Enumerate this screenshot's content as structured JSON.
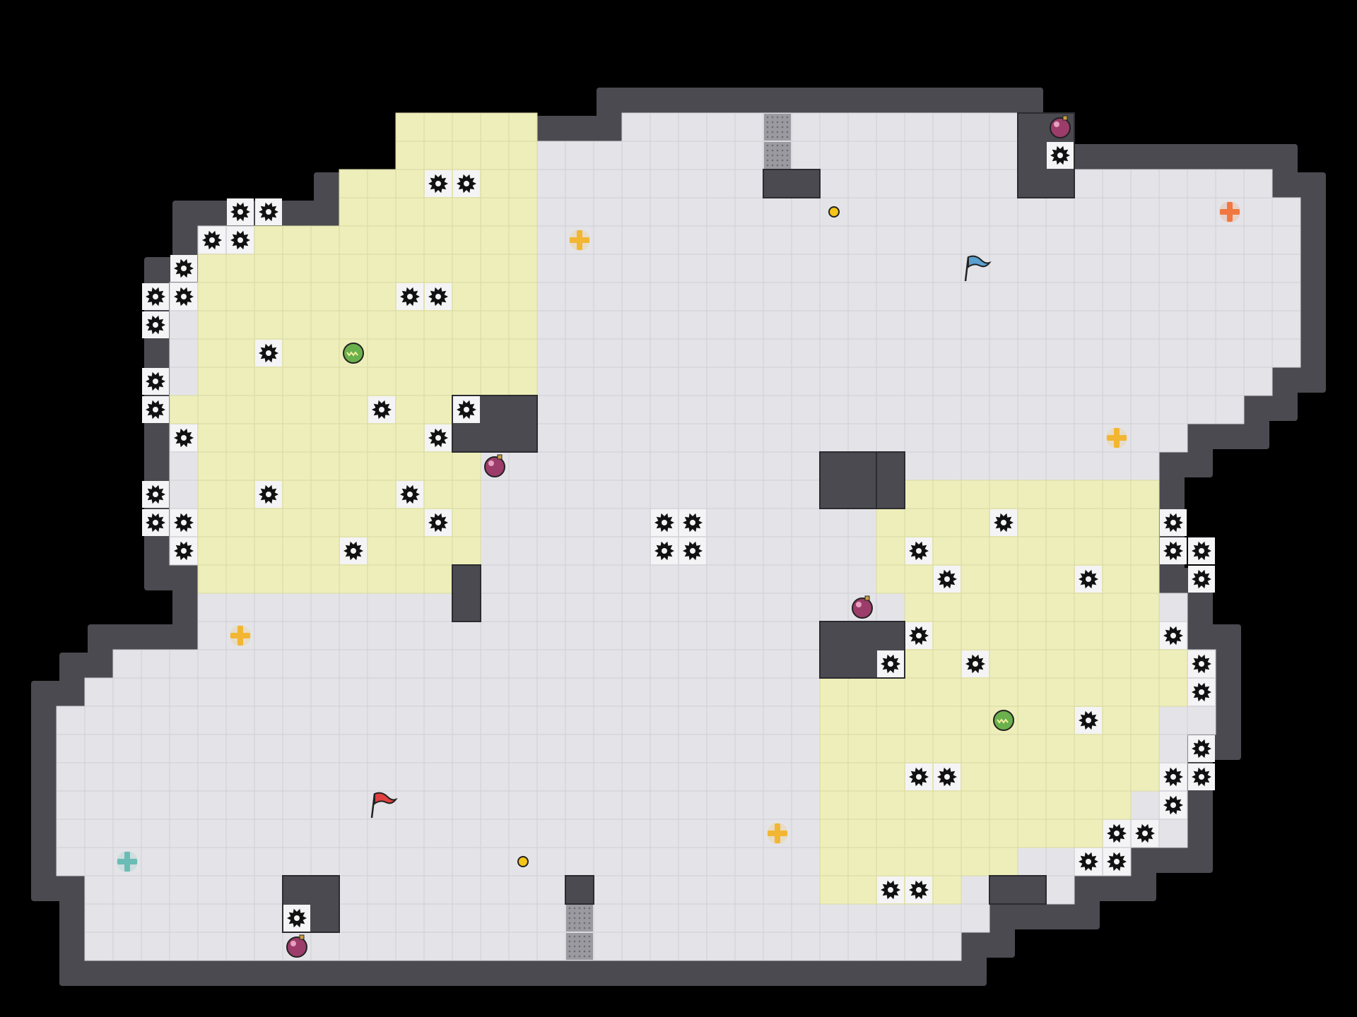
{
  "colors": {
    "background": "#000000",
    "wall": "#4a4a50",
    "wall_edge": "#2c2c30",
    "floor": "#e4e4e8",
    "floor_grid": "#cfcfd4",
    "zone": "#eeeeba",
    "zone_grid": "#d8d8a4",
    "spike": "#111111",
    "vent": "#9a9aa0",
    "potion": "#9c3c6a",
    "orb": "#6ab04c",
    "plus_gold": "#f2b632",
    "plus_orange": "#f07840",
    "plus_teal": "#6abcb4",
    "flag_red": "#e04040",
    "flag_blue": "#5aa0d0",
    "coin": "#f5c518"
  },
  "icons": {
    "spike": "spike-gear-icon",
    "potion": "potion-icon",
    "orb": "orb-icon",
    "plus": "plus-powerup-icon",
    "flag": "flag-icon",
    "coin": "coin-icon",
    "vent": "vent-grate-icon"
  },
  "grid": {
    "cell": 40,
    "cols": 48,
    "rows": 36
  },
  "floor_rows": [
    [
      3,
      22,
      29
    ],
    [
      3,
      29,
      36
    ],
    [
      4,
      19,
      29
    ],
    [
      4,
      29,
      36
    ],
    [
      5,
      19,
      45
    ],
    [
      6,
      12,
      46
    ],
    [
      7,
      7,
      46
    ],
    [
      8,
      7,
      46
    ],
    [
      9,
      6,
      46
    ],
    [
      10,
      6,
      46
    ],
    [
      11,
      6,
      46
    ],
    [
      12,
      6,
      45
    ],
    [
      13,
      6,
      44
    ],
    [
      14,
      6,
      42
    ],
    [
      15,
      6,
      41
    ],
    [
      16,
      6,
      41
    ],
    [
      17,
      6,
      41
    ],
    [
      18,
      6,
      41
    ],
    [
      19,
      7,
      41
    ],
    [
      20,
      7,
      42
    ],
    [
      21,
      7,
      42
    ],
    [
      22,
      4,
      43
    ],
    [
      23,
      3,
      43
    ],
    [
      24,
      2,
      43
    ],
    [
      25,
      2,
      42
    ],
    [
      26,
      2,
      42
    ],
    [
      27,
      2,
      42
    ],
    [
      28,
      2,
      42
    ],
    [
      29,
      2,
      40
    ],
    [
      30,
      3,
      38
    ],
    [
      31,
      3,
      35
    ],
    [
      32,
      3,
      34
    ]
  ],
  "zones": [
    [
      3,
      14,
      19
    ],
    [
      4,
      14,
      19
    ],
    [
      5,
      12,
      19
    ],
    [
      6,
      12,
      19
    ],
    [
      7,
      9,
      19
    ],
    [
      8,
      7,
      19
    ],
    [
      9,
      7,
      19
    ],
    [
      10,
      7,
      19
    ],
    [
      11,
      7,
      19
    ],
    [
      12,
      7,
      19
    ],
    [
      13,
      6,
      19
    ],
    [
      14,
      7,
      17
    ],
    [
      15,
      7,
      17
    ],
    [
      16,
      7,
      17
    ],
    [
      17,
      7,
      17
    ],
    [
      18,
      7,
      17
    ],
    [
      19,
      7,
      16
    ],
    [
      16,
      32,
      41
    ],
    [
      17,
      31,
      41
    ],
    [
      18,
      31,
      41
    ],
    [
      19,
      31,
      41
    ],
    [
      20,
      32,
      41
    ],
    [
      21,
      32,
      41
    ],
    [
      22,
      31,
      42
    ],
    [
      23,
      29,
      42
    ],
    [
      24,
      29,
      41
    ],
    [
      25,
      29,
      41
    ],
    [
      26,
      29,
      41
    ],
    [
      27,
      29,
      40
    ],
    [
      28,
      29,
      39
    ],
    [
      29,
      29,
      36
    ],
    [
      30,
      29,
      34
    ]
  ],
  "walls": [
    [
      16,
      13,
      3,
      2
    ],
    [
      16,
      19,
      1,
      2
    ],
    [
      27,
      5,
      2,
      1
    ],
    [
      29,
      15,
      3,
      2
    ],
    [
      36,
      3,
      2,
      3
    ],
    [
      31,
      15,
      1,
      2
    ],
    [
      10,
      30,
      2,
      2
    ],
    [
      20,
      30,
      1,
      1
    ],
    [
      29,
      21,
      3,
      2
    ],
    [
      35,
      30,
      2,
      1
    ]
  ],
  "vents": [
    [
      27,
      3
    ],
    [
      27,
      4
    ],
    [
      20,
      31
    ],
    [
      20,
      32
    ]
  ],
  "spikes": [
    [
      15,
      5
    ],
    [
      16,
      5
    ],
    [
      8,
      6
    ],
    [
      9,
      6
    ],
    [
      7,
      7
    ],
    [
      8,
      7
    ],
    [
      6,
      8
    ],
    [
      5,
      9
    ],
    [
      6,
      9
    ],
    [
      5,
      10
    ],
    [
      14,
      9
    ],
    [
      15,
      9
    ],
    [
      9,
      11
    ],
    [
      5,
      12
    ],
    [
      5,
      13
    ],
    [
      13,
      13
    ],
    [
      16,
      13
    ],
    [
      6,
      14
    ],
    [
      15,
      14
    ],
    [
      5,
      16
    ],
    [
      9,
      16
    ],
    [
      14,
      16
    ],
    [
      5,
      17
    ],
    [
      6,
      17
    ],
    [
      15,
      17
    ],
    [
      6,
      18
    ],
    [
      12,
      18
    ],
    [
      23,
      17
    ],
    [
      24,
      17
    ],
    [
      23,
      18
    ],
    [
      24,
      18
    ],
    [
      37,
      4
    ],
    [
      35,
      17
    ],
    [
      41,
      17
    ],
    [
      32,
      18
    ],
    [
      41,
      18
    ],
    [
      42,
      18
    ],
    [
      33,
      19
    ],
    [
      38,
      19
    ],
    [
      42,
      19
    ],
    [
      32,
      21
    ],
    [
      41,
      21
    ],
    [
      31,
      22
    ],
    [
      34,
      22
    ],
    [
      42,
      22
    ],
    [
      42,
      23
    ],
    [
      38,
      24
    ],
    [
      42,
      25
    ],
    [
      32,
      26
    ],
    [
      33,
      26
    ],
    [
      41,
      26
    ],
    [
      42,
      26
    ],
    [
      41,
      27
    ],
    [
      39,
      28
    ],
    [
      40,
      28
    ],
    [
      38,
      29
    ],
    [
      39,
      29
    ],
    [
      31,
      30
    ],
    [
      32,
      30
    ],
    [
      10,
      31
    ]
  ],
  "potions": [
    [
      37,
      3
    ],
    [
      17,
      15
    ],
    [
      30,
      20
    ],
    [
      10,
      32
    ]
  ],
  "orbs": [
    [
      12,
      11
    ],
    [
      35,
      24
    ]
  ],
  "pluses": [
    {
      "c": 20,
      "r": 7,
      "color": "plus_gold"
    },
    {
      "c": 43,
      "r": 6,
      "color": "plus_orange"
    },
    {
      "c": 39,
      "r": 14,
      "color": "plus_gold"
    },
    {
      "c": 8,
      "r": 21,
      "color": "plus_gold"
    },
    {
      "c": 27,
      "r": 28,
      "color": "plus_gold"
    },
    {
      "c": 4,
      "r": 29,
      "color": "plus_teal"
    }
  ],
  "flags": [
    {
      "c": 34,
      "r": 8,
      "color": "flag_blue"
    },
    {
      "c": 13,
      "r": 27,
      "color": "flag_red"
    }
  ],
  "coins": [
    [
      29,
      6
    ],
    [
      18,
      29
    ]
  ]
}
